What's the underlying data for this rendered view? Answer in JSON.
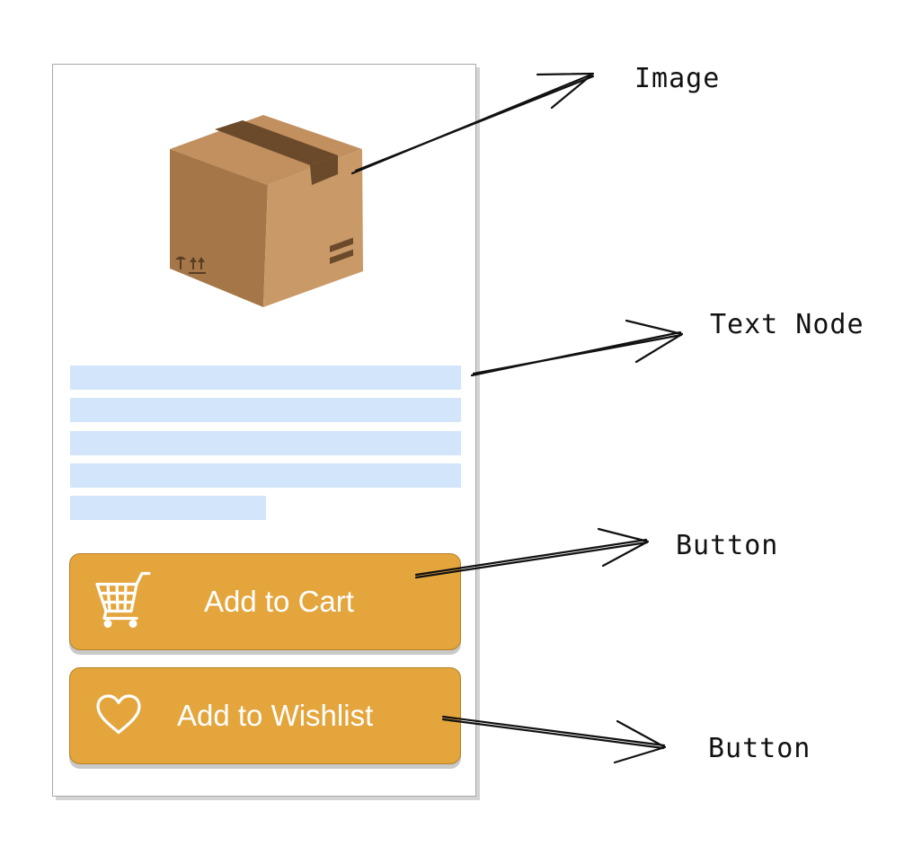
{
  "card": {
    "cart_button_label": "Add to Cart",
    "wishlist_button_label": "Add to Wishlist",
    "product_image_icon": "cardboard-box-icon",
    "cart_icon": "shopping-cart-icon",
    "wishlist_icon": "heart-outline-icon",
    "text_placeholder_line_count": 5
  },
  "annotations": {
    "image_label": "Image",
    "text_node_label": "Text Node",
    "button_label_1": "Button",
    "button_label_2": "Button"
  },
  "colors": {
    "button_fill": "#e4a53c",
    "button_border": "#b5802a",
    "text_placeholder": "#d3e5fb",
    "box_light": "#c99a68",
    "box_dark": "#a57748",
    "tape": "#6b4a2b"
  }
}
